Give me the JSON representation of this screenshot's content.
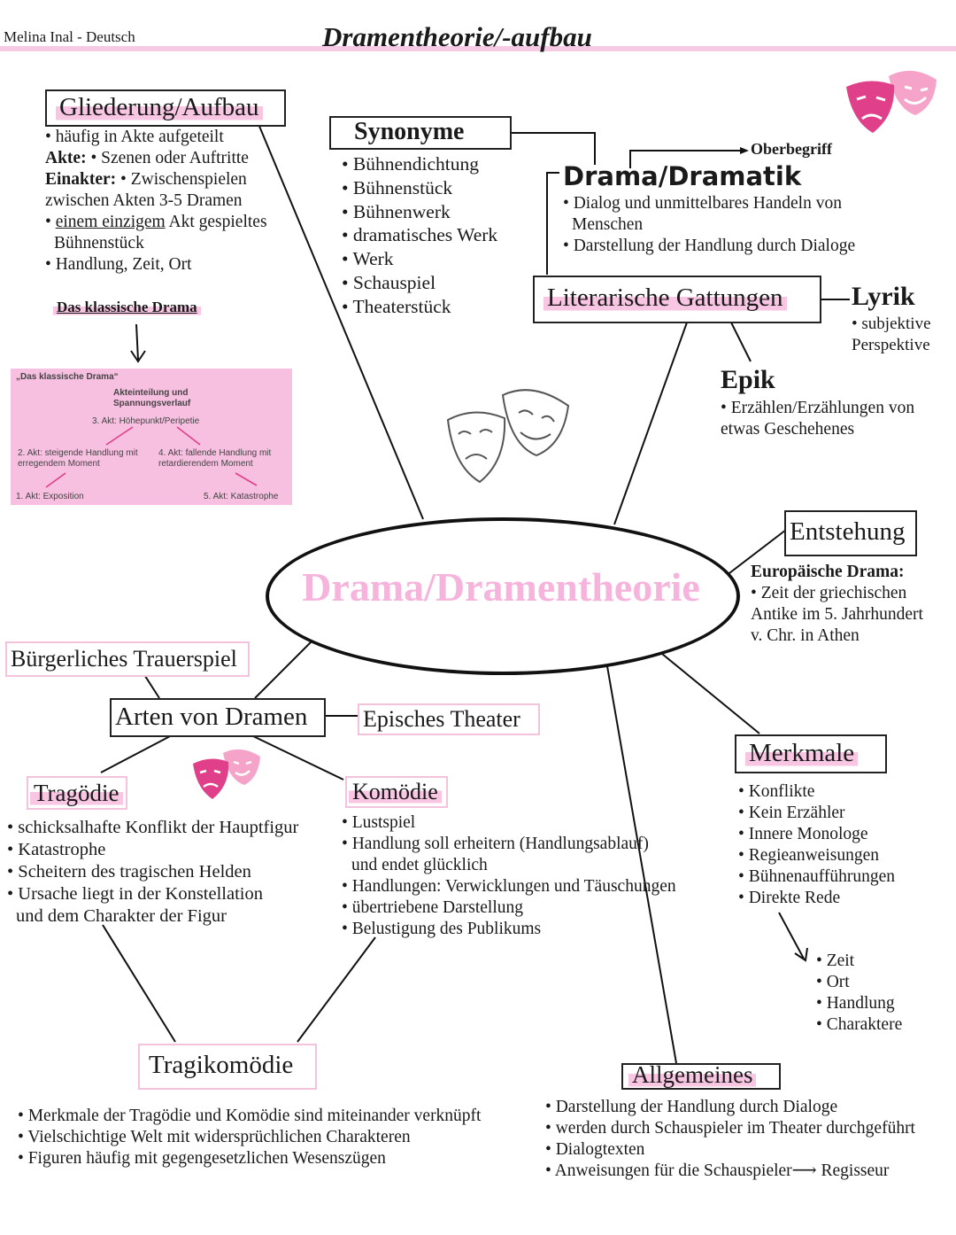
{
  "header": {
    "author": "Melina Inal - Deutsch",
    "title": "Dramentheorie/-aufbau"
  },
  "center": {
    "title": "Drama/Dramentheorie"
  },
  "gliederung": {
    "title": "Gliederung/Aufbau",
    "lines": [
      "• häufig in Akte aufgeteilt",
      "Zwischenspielen",
      "zwischen Akten 3-5 Dramen",
      "Akt gespieltes",
      "Bühnenstück",
      "• Handlung, Zeit, Ort"
    ],
    "akte_label": "Akte:",
    "akte_text": "• Szenen oder Auftritte",
    "einakter_label": "Einakter:",
    "einakter_bullet": "•",
    "bullet": "•",
    "einzigem": "einem einzigem",
    "klassisch_link": "Das klassische Drama"
  },
  "klassisch_diagram": {
    "title": "„Das klassische Drama“",
    "heading": [
      "Akteinteilung und",
      "Spannungsverlauf"
    ],
    "akt1": "1. Akt:  Exposition",
    "akt2": [
      "2. Akt:  steigende Handlung mit",
      "erregendem Moment"
    ],
    "akt3": "3. Akt:  Höhepunkt/Peripetie",
    "akt4": [
      "4. Akt:  fallende Handlung mit",
      "retardierendem Moment"
    ],
    "akt5": "5. Akt:  Katastrophe"
  },
  "synonyme": {
    "title": "Synonyme",
    "items": [
      "• Bühnendichtung",
      "• Bühnenstück",
      "• Bühnenwerk",
      "• dramatisches Werk",
      "• Werk",
      "• Schauspiel",
      "• Theaterstück"
    ]
  },
  "drama": {
    "title": "Drama/Dramatik",
    "oberbegriff": "Oberbegriff",
    "lines": [
      "• Dialog und unmittelbares Handeln von",
      "Menschen",
      "• Darstellung der Handlung durch Dialoge"
    ]
  },
  "gattungen": {
    "title": "Literarische Gattungen"
  },
  "lyrik": {
    "title": "Lyrik",
    "lines": [
      "• subjektive",
      "Perspektive"
    ]
  },
  "epik": {
    "title": "Epik",
    "lines": [
      "• Erzählen/Erzählungen von",
      "etwas Geschehenes"
    ]
  },
  "entstehung": {
    "title": "Entstehung",
    "subtitle": "Europäische Drama:",
    "lines": [
      "• Zeit der griechischen",
      "Antike im 5. Jahrhundert",
      "v. Chr. in Athen"
    ]
  },
  "arten": {
    "title": "Arten von Dramen",
    "buergerlich": "Bürgerliches Trauerspiel",
    "episch": "Episches Theater"
  },
  "tragoedie": {
    "title": "Tragödie",
    "lines": [
      "• schicksalhafte Konflikt der Hauptfigur",
      "• Katastrophe",
      "• Scheitern des tragischen Helden",
      "• Ursache liegt in der Konstellation",
      "und dem Charakter der Figur"
    ]
  },
  "komoedie": {
    "title": "Komödie",
    "lines": [
      "• Lustspiel",
      "• Handlung soll erheitern (Handlungsablauf)",
      "und endet glücklich",
      "• Handlungen: Verwicklungen und Täuschungen",
      "• übertriebene Darstellung",
      "• Belustigung des Publikums"
    ]
  },
  "merkmale": {
    "title": "Merkmale",
    "items": [
      "• Konflikte",
      "• Kein Erzähler",
      "• Innere Monologe",
      "• Regieanweisungen",
      "• Bühnenaufführungen",
      "• Direkte Rede"
    ],
    "subitems": [
      "• Zeit",
      "• Ort",
      "• Handlung",
      "• Charaktere"
    ]
  },
  "tragikomoedie": {
    "title": "Tragikomödie",
    "lines": [
      "• Merkmale der Tragödie und Komödie sind miteinander verknüpft",
      "• Vielschichtige Welt mit widersprüchlichen Charakteren",
      "• Figuren häufig mit gegengesetzlichen Wesenszügen"
    ]
  },
  "allgemeines": {
    "title": "Allgemeines",
    "lines": [
      "• Darstellung der Handlung durch Dialoge",
      "• werden durch Schauspieler im Theater durchgeführt",
      "• Dialogtexten",
      "• Anweisungen für die Schauspieler⟶ Regisseur"
    ]
  },
  "icons": [
    "theater-masks-icon"
  ],
  "colors": {
    "pink": "#f6b4dd",
    "mask_dark": "#e0408a",
    "mask_light": "#f5a3c8"
  }
}
